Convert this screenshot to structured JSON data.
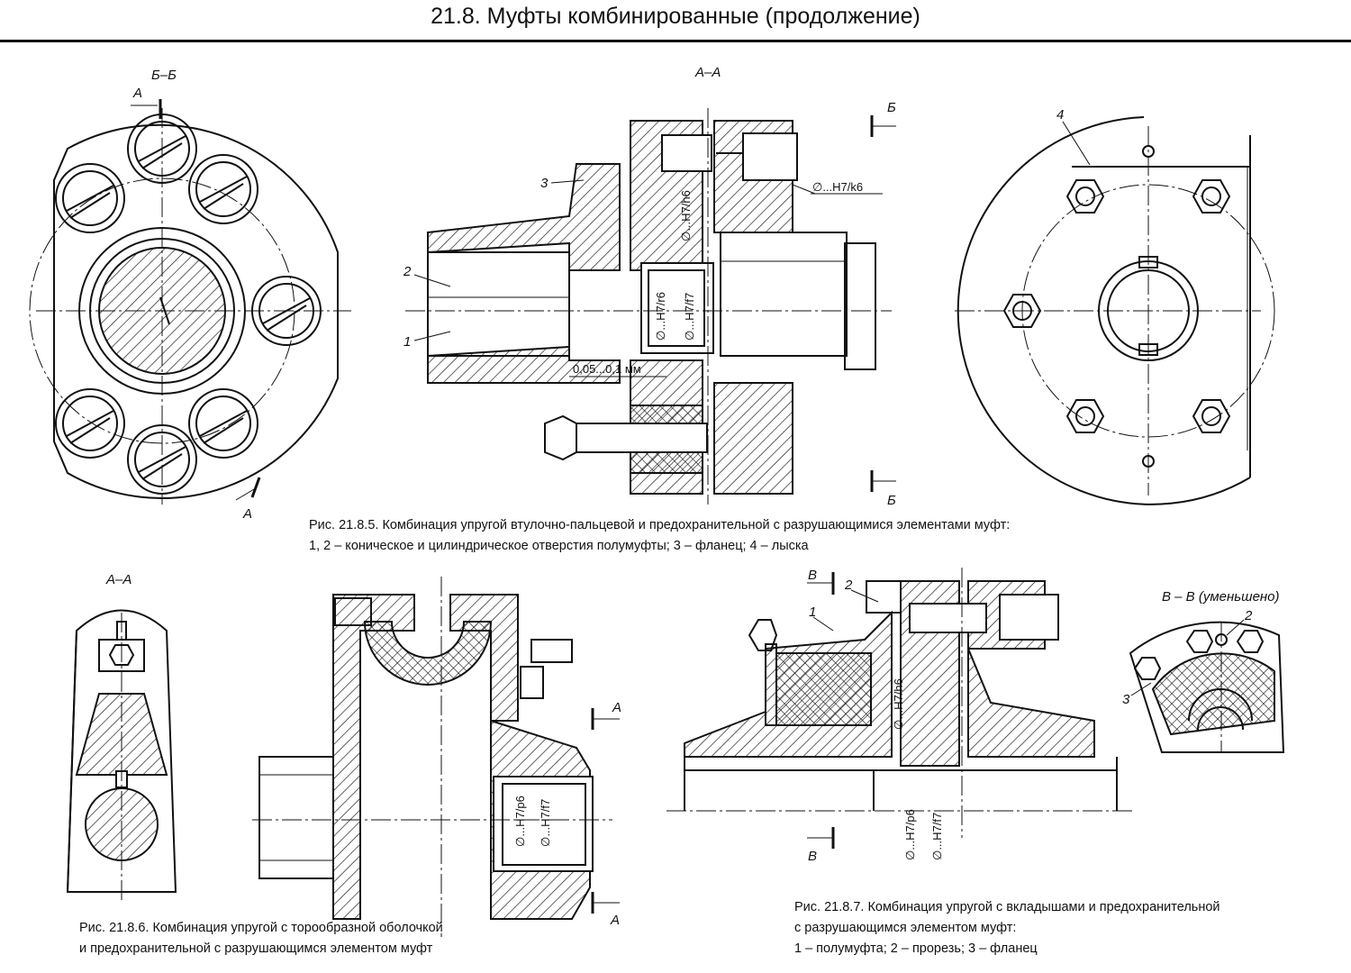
{
  "header": {
    "title": "21.8. Муфты комбинированные (продолжение)"
  },
  "fig5": {
    "section_bb": "Б–Б",
    "section_aa": "А–А",
    "mark_a": "А",
    "mark_b": "Б",
    "callouts": [
      "1",
      "2",
      "3",
      "4"
    ],
    "dims": {
      "h7k6": "∅...H7/k6",
      "h7h6": "∅...H7/h6",
      "h7r6": "∅...H7/r6",
      "h7f7": "∅...H7/f7",
      "gap": "0,05...0,1 мм"
    },
    "caption_line1": "Рис. 21.8.5. Комбинация упругой втулочно-пальцевой и предохранительной с разрушающимися элементами муфт:",
    "caption_line2": "1, 2 – коническое и цилиндрическое отверстия полумуфты; 3 – фланец; 4 – лыска"
  },
  "fig6": {
    "section_aa": "А–А",
    "mark_a": "А",
    "dims": {
      "h7p6": "∅...H7/p6",
      "h7f7": "∅...H7/f7"
    },
    "caption_line1": "Рис. 21.8.6. Комбинация упругой с торообразной оболочкой",
    "caption_line2": "и предохранительной с разрушающимся элементом муфт"
  },
  "fig7": {
    "mark_v": "В",
    "section_vv": "В – В (уменьшено)",
    "callouts": [
      "1",
      "2",
      "2",
      "3"
    ],
    "dims": {
      "h7h6": "∅...H7/h6",
      "h7p6": "∅...H7/p6",
      "h7f7": "∅...H7/f7"
    },
    "caption_line1": "Рис. 21.8.7. Комбинация упругой с вкладышами и предохранительной",
    "caption_line2": "с разрушающимся элементом муфт:",
    "caption_line3": "1 – полумуфта; 2 – прорезь; 3 – фланец"
  }
}
